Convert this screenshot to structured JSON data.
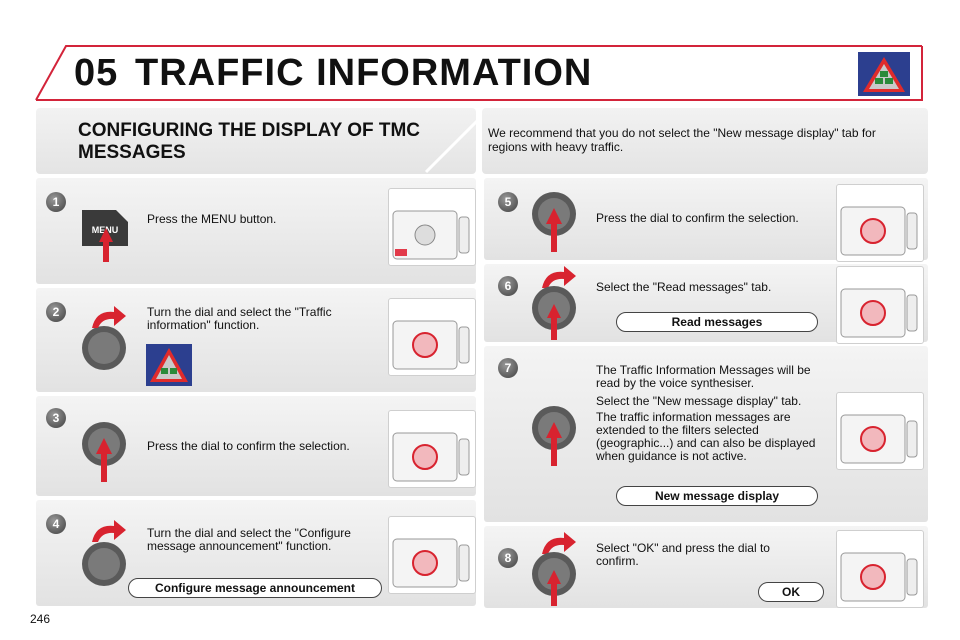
{
  "header": {
    "chapter": "05",
    "title": "TRAFFIC INFORMATION"
  },
  "section": {
    "title": "CONFIGURING THE DISPLAY OF TMC MESSAGES",
    "note": "We recommend that you do not select the \"New message display\" tab for regions with heavy traffic."
  },
  "steps": [
    {
      "num": "1",
      "text": "Press the MENU button.",
      "button_label": "MENU"
    },
    {
      "num": "2",
      "text": "Turn the dial and select the \"Traffic information\" function."
    },
    {
      "num": "3",
      "text": "Press the dial to confirm the selection."
    },
    {
      "num": "4",
      "text": "Turn the dial and select the \"Configure message announcement\" function.",
      "pill": "Configure message announcement"
    },
    {
      "num": "5",
      "text": "Press the dial to confirm the selection."
    },
    {
      "num": "6",
      "text": "Select the \"Read messages\" tab.",
      "pill": "Read messages"
    },
    {
      "num": "7",
      "text1": "The Traffic Information Messages will be read by the voice synthesiser.",
      "text2": "Select the \"New message display\" tab.",
      "text3": "The traffic information messages are extended to the filters selected (geographic...) and can also be displayed when guidance is not active.",
      "pill": "New message display"
    },
    {
      "num": "8",
      "text": "Select \"OK\" and press the dial to confirm.",
      "pill": "OK"
    }
  ],
  "page_number": "246",
  "colors": {
    "accent": "#cc1b2b",
    "panel": "#e8e8e8"
  }
}
